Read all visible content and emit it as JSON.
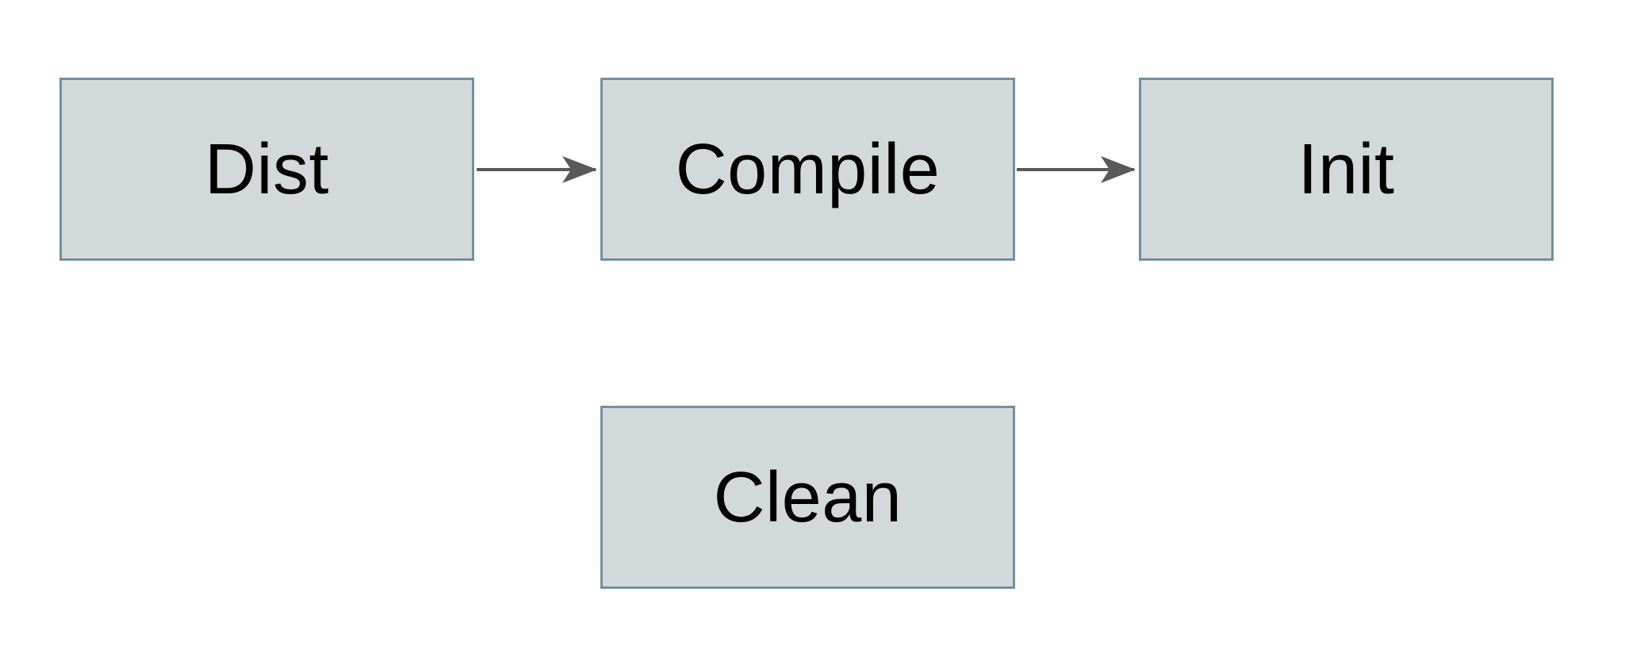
{
  "diagram": {
    "nodes": [
      {
        "id": "dist",
        "label": "Dist"
      },
      {
        "id": "compile",
        "label": "Compile"
      },
      {
        "id": "init",
        "label": "Init"
      },
      {
        "id": "clean",
        "label": "Clean"
      }
    ],
    "edges": [
      {
        "from": "Dist",
        "to": "Compile",
        "style": "solid-arrow"
      },
      {
        "from": "Compile",
        "to": "Init",
        "style": "solid-arrow"
      }
    ],
    "colors": {
      "background": "#ffffff",
      "node_fill": "#d3d9db",
      "node_border": "#71909f",
      "arrow": "#595959",
      "text": "#000000"
    }
  }
}
